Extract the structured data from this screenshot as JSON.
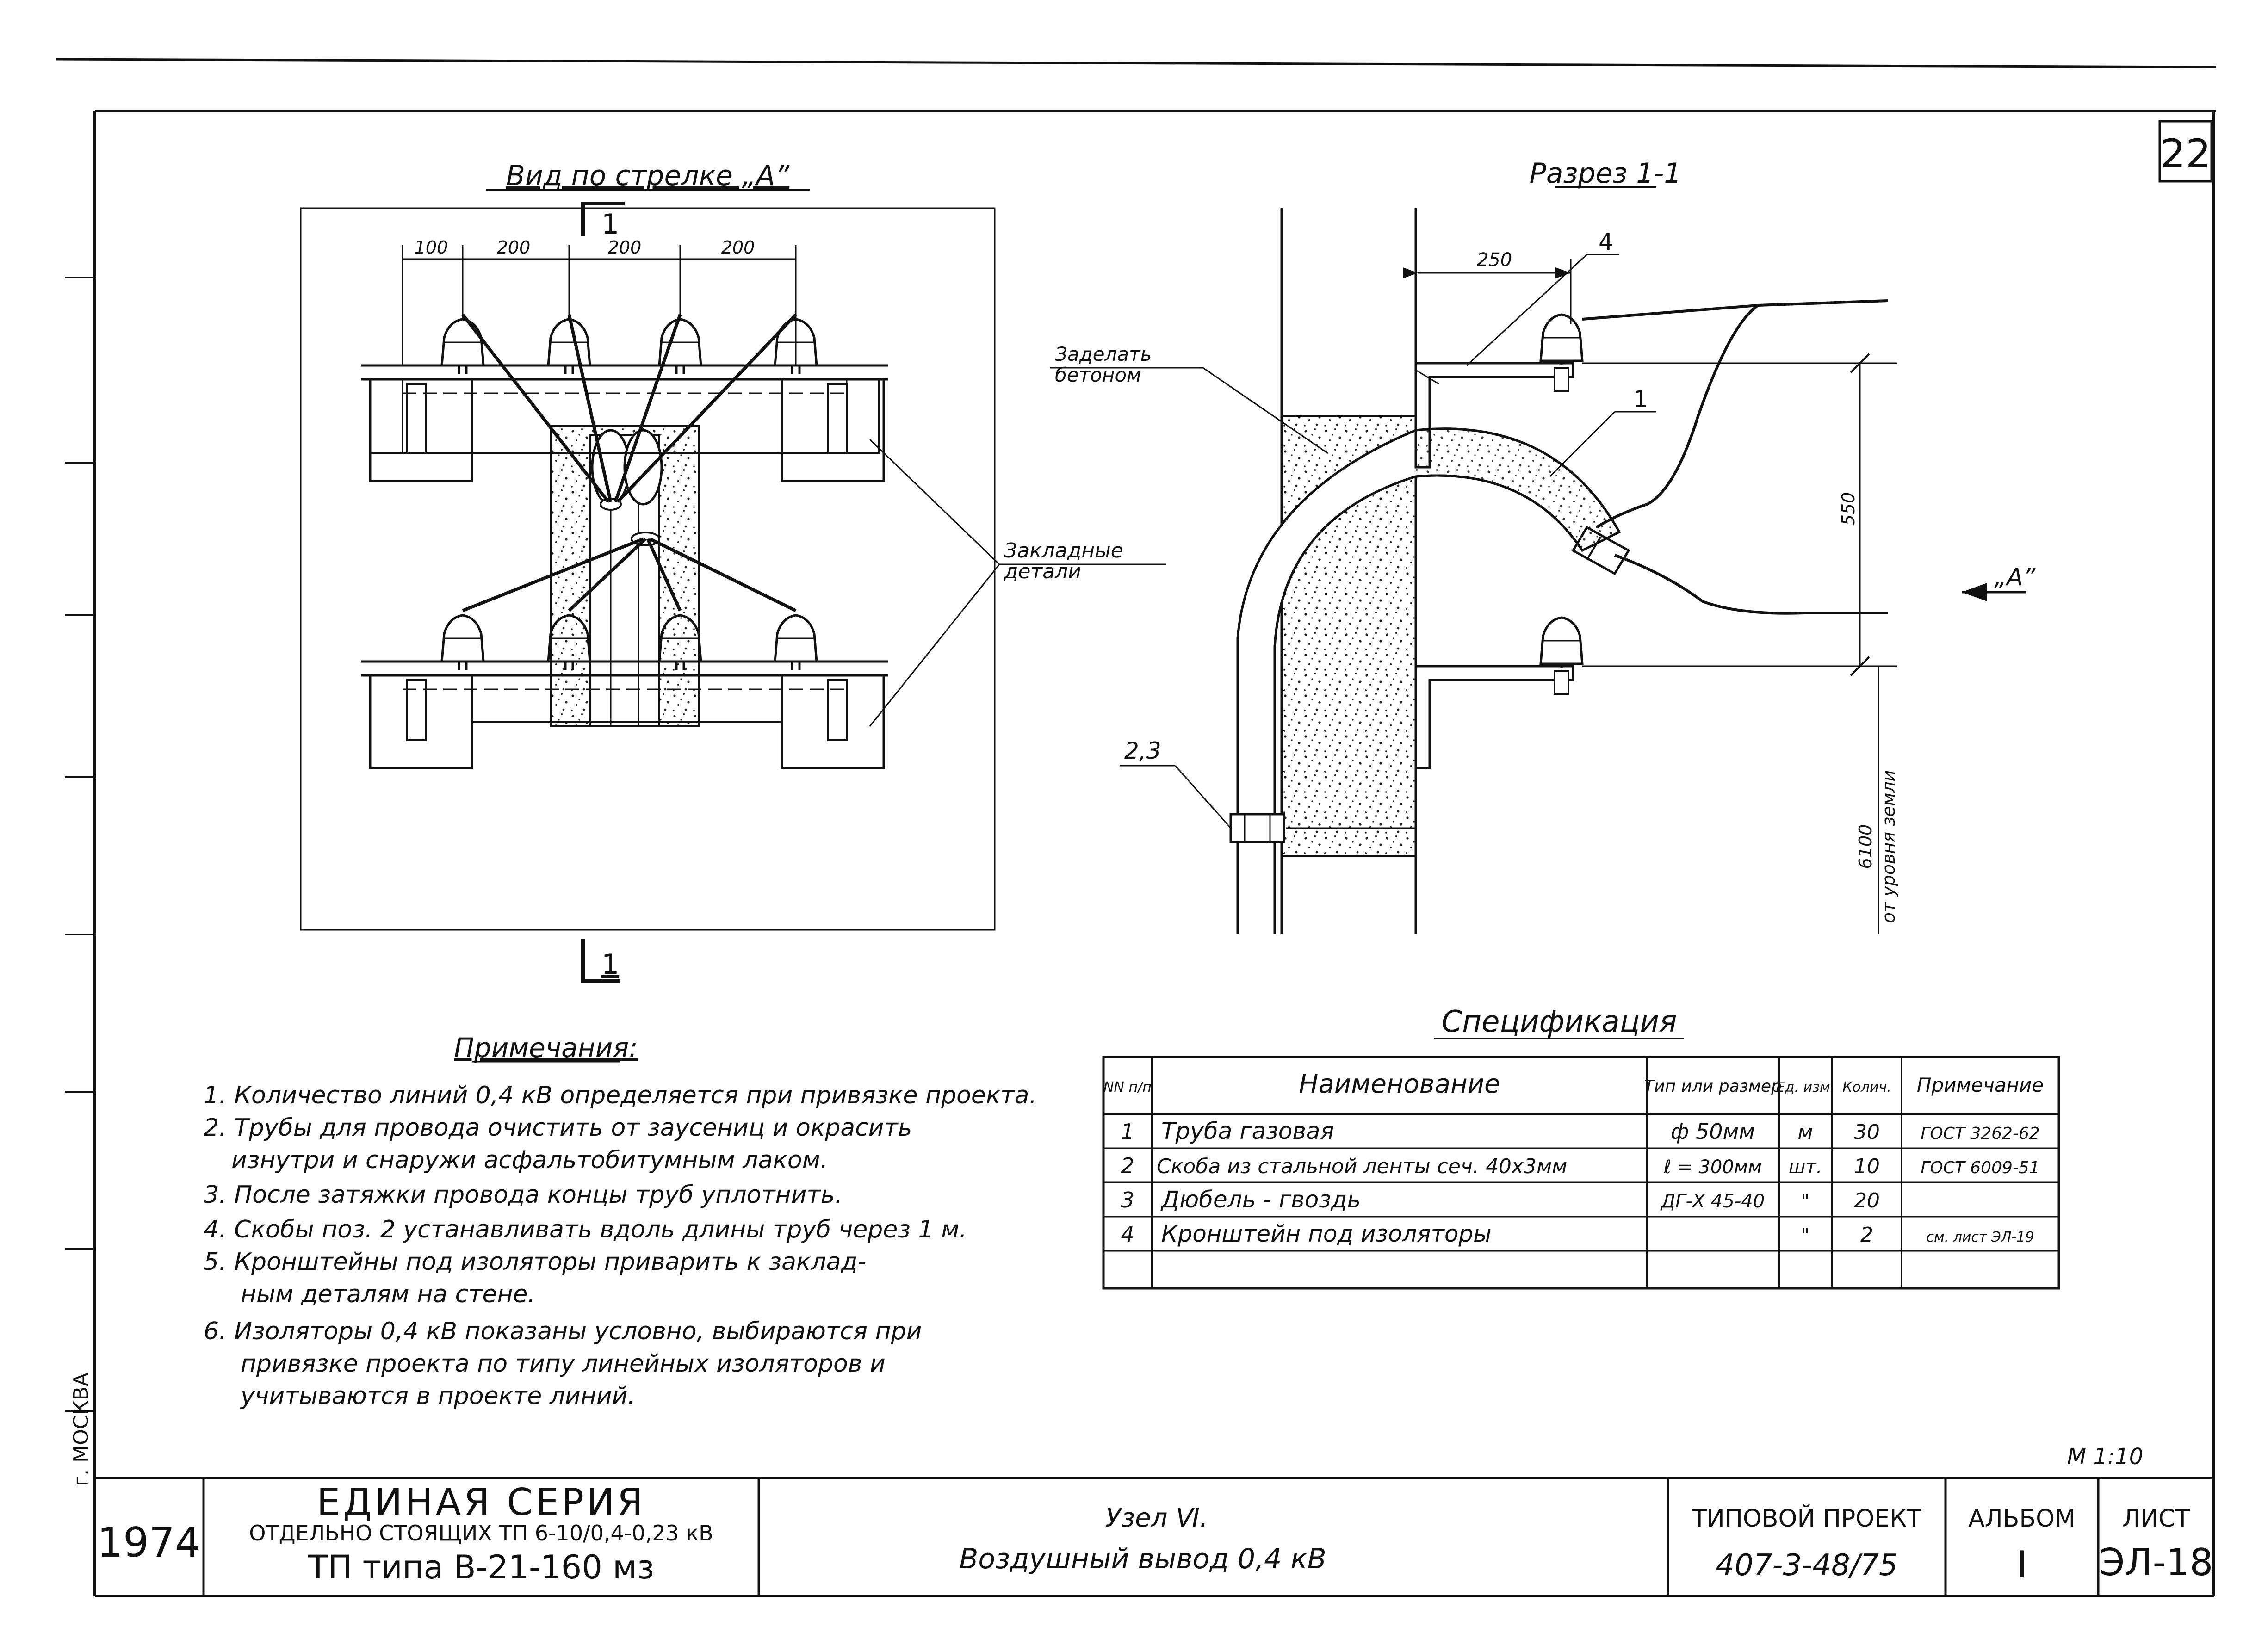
{
  "sheet_number": "22",
  "view_a": {
    "title": "Вид по стрелке „А”",
    "section_mark": "1",
    "dims": [
      "100",
      "200",
      "200",
      "200"
    ],
    "label_embedded": [
      "Закладные",
      "детали"
    ]
  },
  "section": {
    "title": "Разрез 1-1",
    "dim_250": "250",
    "dim_550": "550",
    "dim_6100": "6100",
    "dim_6100_note": "от уровня земли",
    "pos_4": "4",
    "pos_1": "1",
    "pos_23": "2,3",
    "label_concrete": [
      "Заделать",
      "бетоном"
    ],
    "arrow_a": "„А”"
  },
  "notes": {
    "title": "Примечания:",
    "items": [
      "1. Количество линий 0,4 кВ определяется при привязке проекта.",
      "2. Трубы для провода очистить от заусениц и окрасить",
      "изнутри и снаружи асфальтобитумным лаком.",
      "3. После затяжки провода концы труб уплотнить.",
      "4. Скобы поз. 2 устанавливать вдоль длины труб через 1 м.",
      "5. Кронштейны под изоляторы приварить к заклад-",
      "ным деталям на стене.",
      "6. Изоляторы 0,4 кВ показаны условно, выбираются при",
      "привязке проекта по типу линейных изоляторов и",
      "учитываются в проекте линий."
    ]
  },
  "spec": {
    "title": "Спецификация",
    "headers": [
      "NN п/п",
      "Наименование",
      "Тип или размер",
      "Ед. изм.",
      "Колич.",
      "Примечание"
    ],
    "rows": [
      [
        "1",
        "Труба газовая",
        "ф 50мм",
        "м",
        "30",
        "ГОСТ 3262-62"
      ],
      [
        "2",
        "Скоба из стальной ленты сеч. 40х3мм",
        "ℓ = 300мм",
        "шт.",
        "10",
        "ГОСТ 6009-51"
      ],
      [
        "3",
        "Дюбель - гвоздь",
        "ДГ-Ⅹ 45-40",
        "\"",
        "20",
        ""
      ],
      [
        "4",
        "Кронштейн под изоляторы",
        "",
        "\"",
        "2",
        "см. лист ЭЛ-19"
      ]
    ]
  },
  "scale": "М 1:10",
  "side_text": "г. МОСКВА",
  "title_block": {
    "year": "1974",
    "series_1": "ЕДИНАЯ СЕРИЯ",
    "series_2": "ОТДЕЛЬНО СТОЯЩИХ ТП 6-10/0,4-0,23 кВ",
    "series_3": "ТП типа В-21-160 мз",
    "node": "Узел Ⅵ.",
    "node_name": "Воздушный вывод 0,4 кВ",
    "project_label": "ТИПОВОЙ ПРОЕКТ",
    "project_num": "407-3-48/75",
    "album_label": "АЛЬБОМ",
    "album_num": "I",
    "sheet_label": "ЛИСТ",
    "sheet_num": "ЭЛ-18"
  }
}
